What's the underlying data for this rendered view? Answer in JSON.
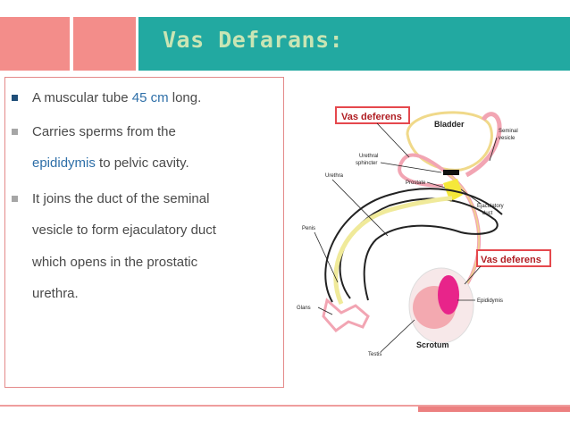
{
  "slide": {
    "title": "Vas Defarans:",
    "colors": {
      "header_red": "#f38d8a",
      "header_teal": "#22a9a1",
      "title_text": "#c9e5b4",
      "bullet_square_blue": "#1f4e79",
      "bullet_square_gray": "#a6a6a6",
      "highlight_blue": "#2e6fa8",
      "box_border": "#e48a8a"
    },
    "bullets": [
      {
        "pre": "A  muscular tube ",
        "highlight": "45 cm",
        "post": " long."
      },
      {
        "pre": "Carries sperms from the",
        "highlight": "",
        "post": ""
      },
      {
        "pre": "",
        "highlight": "epididymis",
        "post": " to pelvic cavity."
      },
      {
        "pre": "It joins the duct of the seminal",
        "highlight": "",
        "post": ""
      },
      {
        "pre": "vesicle to form ejaculatory duct",
        "highlight": "",
        "post": ""
      },
      {
        "pre": "which opens in the prostatic",
        "highlight": "",
        "post": ""
      },
      {
        "pre": "urethra.",
        "highlight": "",
        "post": ""
      }
    ]
  },
  "diagram": {
    "labels": {
      "vas_deferens_top": "Vas deferens",
      "bladder": "Bladder",
      "seminal_vesicle": "Seminal vesicle",
      "seminal": "Seminal",
      "vesicle": "vesicle",
      "urethral": "Urethral",
      "sphincter": "sphincter",
      "urethra": "Urethra",
      "prostate": "Prostate",
      "ejaculatory": "Ejaculatory",
      "duct": "duct",
      "penis": "Penis",
      "vas_deferens_right": "Vas deferens",
      "epididymis": "Epididymis",
      "glans": "Glans",
      "scrotum": "Scrotum",
      "testis": "Testis"
    }
  }
}
